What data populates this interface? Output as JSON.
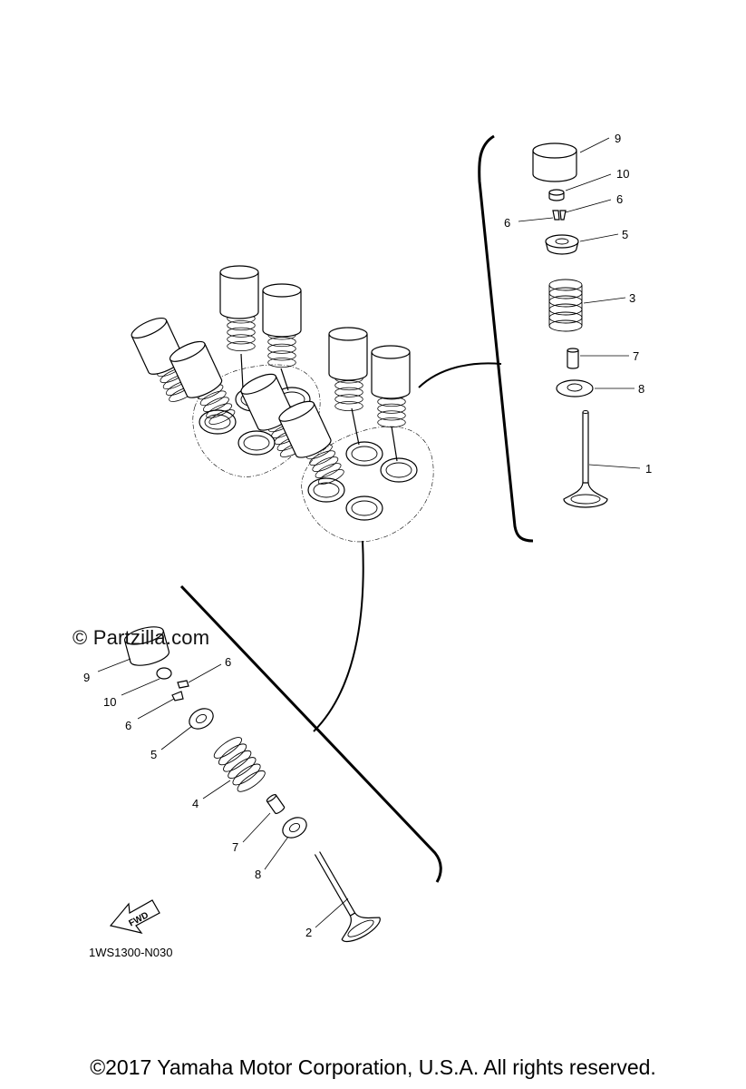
{
  "watermark": "© Partzilla.com",
  "diagram_code": "1WS1300-N030",
  "fwd_label": "FWD",
  "copyright": "©2017 Yamaha Motor Corporation, U.S.A. All rights reserved.",
  "callouts": {
    "upper": [
      "9",
      "10",
      "6",
      "6",
      "5",
      "3",
      "7",
      "8",
      "1"
    ],
    "lower": [
      "9",
      "10",
      "6",
      "6",
      "5",
      "4",
      "7",
      "8",
      "2"
    ]
  }
}
